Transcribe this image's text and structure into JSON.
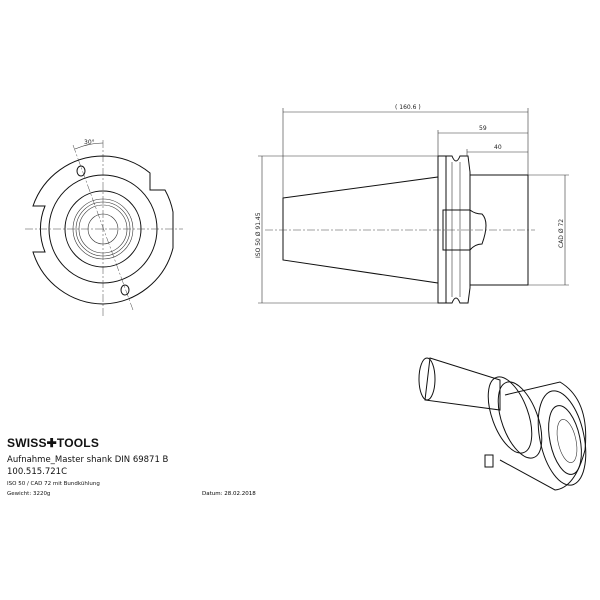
{
  "front_view": {
    "angle_label": "30°"
  },
  "side_view": {
    "overall_length": "( 160.6 )",
    "flange_length": "59",
    "cylinder_length": "40",
    "taper_diameter": "ISO 50  Ø 91.45",
    "cad_diameter": "CAD  Ø 72"
  },
  "title_block": {
    "logo": "SWISS✚TOOLS",
    "title": "Aufnahme_Master shank DIN 69871 B",
    "part_number": "100.515.721C",
    "description": "ISO 50 / CAD 72 mit Bundkühlung",
    "weight": "Gewicht: 3220g",
    "date": "Datum: 28.02.2018"
  }
}
